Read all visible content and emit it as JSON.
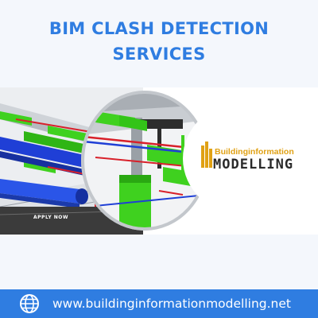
{
  "headline": {
    "line1": "BIM CLASH DETECTION",
    "line2": "SERVICES"
  },
  "logo": {
    "line1": "Buildinginformation",
    "line2": "MODELLING"
  },
  "image_stamp": "APPLY NOW",
  "footer": {
    "url": "www.buildinginformationmodelling.net",
    "icon": "globe-icon"
  },
  "colors": {
    "accent": "#2f7de1",
    "logo_gold": "#e0a114",
    "duct_green": "#3fd11f",
    "duct_blue": "#1f3fd6",
    "pipe_red": "#d8202a"
  }
}
